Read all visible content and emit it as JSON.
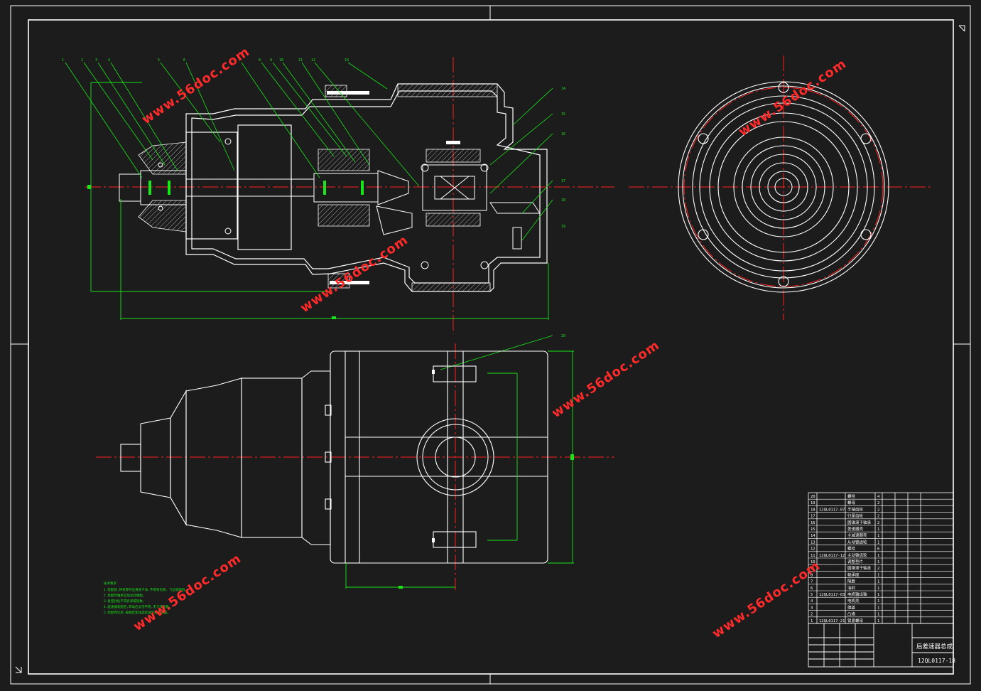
{
  "drawing": {
    "title": "后差速器总成",
    "drawing_number": "12QL0117-18",
    "watermark_text": "www.56doc.com",
    "colors": {
      "background": "#1c1c1c",
      "outline": "#ffffff",
      "leader": "#19e619",
      "centerline": "#ff2020",
      "watermark": "#ff2a2a"
    }
  },
  "balloons": [
    "1",
    "2",
    "3",
    "4",
    "5",
    "6",
    "7",
    "8",
    "9",
    "10",
    "11",
    "12",
    "13",
    "14",
    "15",
    "16",
    "17",
    "18",
    "19",
    "20"
  ],
  "notes": {
    "heading": "技术要求",
    "lines": [
      "1.装配前,所有零件应清洗干净,不得有毛刺、飞边等缺陷。",
      "2.装配时轴承应加注润滑脂。",
      "3.各密封处不得有渗漏现象。",
      "4.差速器装配后,转动应灵活平稳,无卡滞现象。",
      "5.装配完毕后,按规定加注齿轮油至规定油面。"
    ]
  },
  "bom": [
    {
      "no": "20",
      "code": "",
      "name": "螺栓",
      "qty": "4"
    },
    {
      "no": "19",
      "code": "",
      "name": "螺母",
      "qty": "2"
    },
    {
      "no": "18",
      "code": "12QL0117-07",
      "name": "半轴齿轮",
      "qty": "2"
    },
    {
      "no": "17",
      "code": "",
      "name": "行星齿轮",
      "qty": "2"
    },
    {
      "no": "16",
      "code": "",
      "name": "圆锥滚子轴承",
      "qty": "2"
    },
    {
      "no": "15",
      "code": "",
      "name": "差速器壳",
      "qty": "1"
    },
    {
      "no": "14",
      "code": "",
      "name": "主减速器壳",
      "qty": "1"
    },
    {
      "no": "13",
      "code": "",
      "name": "从动锥齿轮",
      "qty": "1"
    },
    {
      "no": "12",
      "code": "",
      "name": "螺栓",
      "qty": "6"
    },
    {
      "no": "11",
      "code": "12QL0117-12",
      "name": "主动锥齿轮",
      "qty": "1"
    },
    {
      "no": "10",
      "code": "",
      "name": "调整垫片",
      "qty": "1"
    },
    {
      "no": "9",
      "code": "",
      "name": "圆锥滚子轴承",
      "qty": "2"
    },
    {
      "no": "8",
      "code": "",
      "name": "轴承座",
      "qty": "1"
    },
    {
      "no": "7",
      "code": "",
      "name": "隔套",
      "qty": "1"
    },
    {
      "no": "6",
      "code": "",
      "name": "油封",
      "qty": "1"
    },
    {
      "no": "5",
      "code": "12QL0117-03",
      "name": "电机输出轴",
      "qty": "1"
    },
    {
      "no": "4",
      "code": "",
      "name": "电机壳",
      "qty": "1"
    },
    {
      "no": "3",
      "code": "",
      "name": "端盖",
      "qty": "1"
    },
    {
      "no": "2",
      "code": "",
      "name": "凸缘",
      "qty": "1"
    },
    {
      "no": "1",
      "code": "12QL0117-21",
      "name": "锁紧螺母",
      "qty": "1"
    }
  ]
}
